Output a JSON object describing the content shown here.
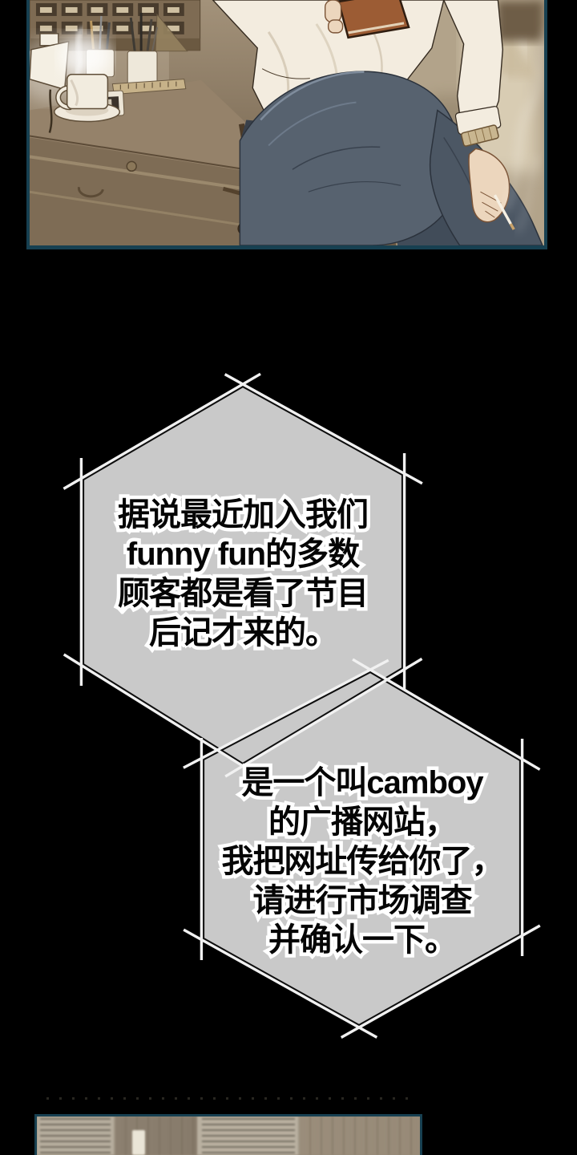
{
  "page": {
    "background": "#000000",
    "panel_border_color": "#174051",
    "bubble_fill": "#c9c9c9",
    "bubble_edge_white": "#f1f1f1",
    "bubble_edge_dark": "#0d0d0d",
    "text_color": "#050505",
    "text_outline": "#ffffff"
  },
  "illustration_palette": {
    "sepia_light": "#d8ccb3",
    "sepia_mid": "#a08f77",
    "wood_dark": "#6d5c47",
    "shirt": "#f3ecdf",
    "trousers": "#57626f",
    "book_cover": "#9c5c34",
    "skin": "#ebd5bc",
    "watch_band": "#c9b690"
  },
  "bubbles": [
    {
      "lines": [
        "据说最近加入我们",
        "funny fun的多数",
        "顾客都是看了节目",
        "后记才来的。"
      ]
    },
    {
      "lines": [
        "是一个叫camboy",
        "的广播网站，",
        "我把网址传给你了，",
        "请进行市场调查",
        "并确认一下。"
      ]
    }
  ]
}
